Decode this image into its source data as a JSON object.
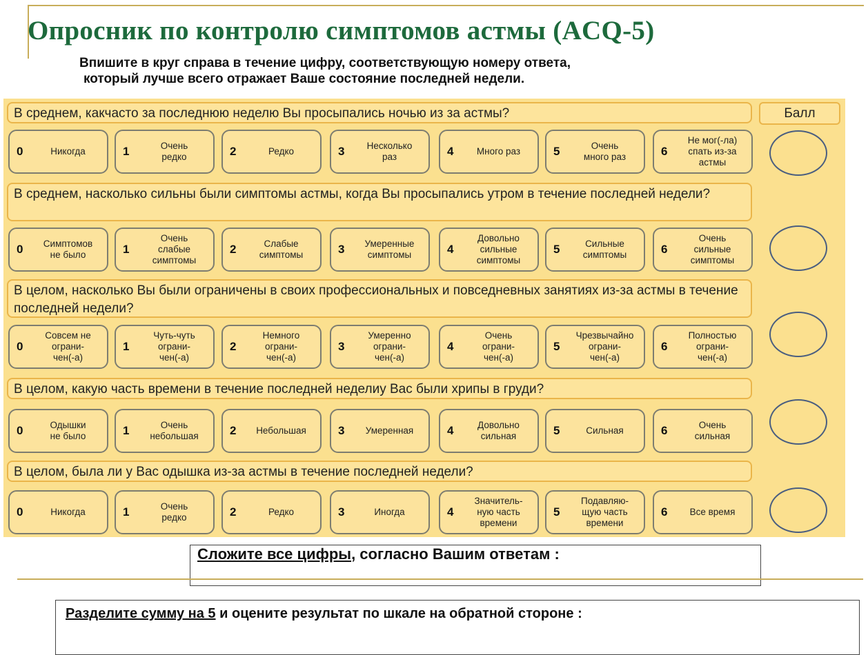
{
  "title": "Опросник по контролю симптомов астмы (ACQ-5)",
  "instruction": [
    "Впишите в круг справа в течение цифру, соответствующую номеру ответа,",
    "который лучше всего отражает Ваше состояние последней недели."
  ],
  "score_header": "Балл",
  "questions": [
    {
      "text": "В среднем, какчасто за последнюю неделю Вы просыпались ночью из за астмы?",
      "options": [
        [
          "0",
          "Никогда"
        ],
        [
          "1",
          "Очень\nредко"
        ],
        [
          "2",
          "Редко"
        ],
        [
          "3",
          "Несколько\nраз"
        ],
        [
          "4",
          "Много раз"
        ],
        [
          "5",
          "Очень\nмного раз"
        ],
        [
          "6",
          "Не мог(-ла)\nспать из-за\nастмы"
        ]
      ]
    },
    {
      "text": "В среднем, насколько сильны были симптомы астмы, когда Вы просыпались утром в течение последней недели?",
      "options": [
        [
          "0",
          "Симптомов\nне было"
        ],
        [
          "1",
          "Очень\nслабые\nсимптомы"
        ],
        [
          "2",
          "Слабые\nсимптомы"
        ],
        [
          "3",
          "Умеренные\nсимптомы"
        ],
        [
          "4",
          "Довольно\nсильные\nсимптомы"
        ],
        [
          "5",
          "Сильные\nсимптомы"
        ],
        [
          "6",
          "Очень\nсильные\nсимптомы"
        ]
      ]
    },
    {
      "text": "В целом, насколько Вы были ограничены в своих профессиональных и повседневных занятиях из-за астмы в течение последней недели?",
      "options": [
        [
          "0",
          "Совсем не\nограни-\nчен(-а)"
        ],
        [
          "1",
          "Чуть-чуть\nограни-\nчен(-а)"
        ],
        [
          "2",
          "Немного\nограни-\nчен(-а)"
        ],
        [
          "3",
          "Умеренно\nограни-\nчен(-а)"
        ],
        [
          "4",
          "Очень\nограни-\nчен(-а)"
        ],
        [
          "5",
          "Чрезвычайно\nограни-\nчен(-а)"
        ],
        [
          "6",
          "Полностью\nограни-\nчен(-а)"
        ]
      ]
    },
    {
      "text": "В целом, какую часть времени в течение последней неделиу Вас были хрипы в груди?",
      "options": [
        [
          "0",
          "Одышки\nне было"
        ],
        [
          "1",
          "Очень\nнебольшая"
        ],
        [
          "2",
          "Небольшая"
        ],
        [
          "3",
          "Умеренная"
        ],
        [
          "4",
          "Довольно\nсильная"
        ],
        [
          "5",
          "Сильная"
        ],
        [
          "6",
          "Очень\nсильная"
        ]
      ]
    },
    {
      "text": "В целом, была ли у Вас одышка из-за астмы в течение последней недели?",
      "options": [
        [
          "0",
          "Никогда"
        ],
        [
          "1",
          "Очень\nредко"
        ],
        [
          "2",
          "Редко"
        ],
        [
          "3",
          "Иногда"
        ],
        [
          "4",
          "Значитель-\nную часть\nвремени"
        ],
        [
          "5",
          "Подавляю-\nщую часть\nвремени"
        ],
        [
          "6",
          "Все время"
        ]
      ]
    }
  ],
  "sum_box": {
    "underlined": "Сложите все цифры",
    "rest": ", согласно Вашим ответам :"
  },
  "divide_box": {
    "underlined": "Разделите сумму на 5",
    "rest": " и оцените результат  по шкале на обратной стороне :"
  }
}
